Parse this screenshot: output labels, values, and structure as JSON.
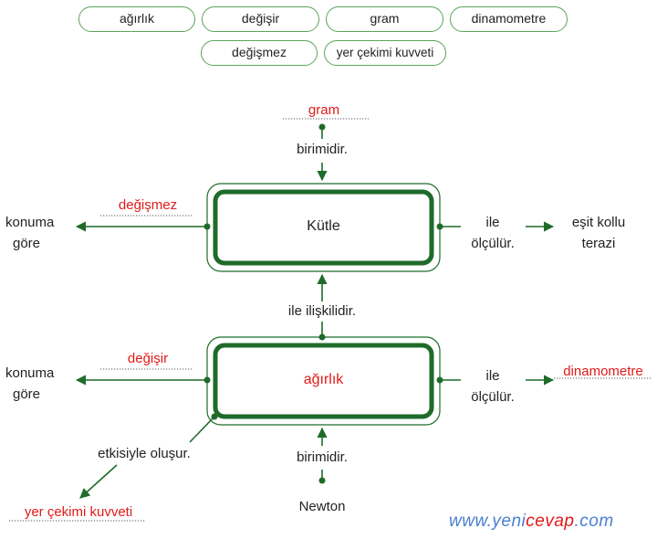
{
  "word_bank": [
    "ağırlık",
    "değişir",
    "gram",
    "dinamometre",
    "değişmez",
    "yer çekimi kuvveti"
  ],
  "mass_box": {
    "title": "Kütle",
    "unit_answer": "gram",
    "unit_text": "birimidir.",
    "location_answer": "değişmez",
    "location_line1": "konuma",
    "location_line2": "göre",
    "measure_line1": "ile",
    "measure_line2": "ölçülür.",
    "instrument_line1": "eşit kollu",
    "instrument_line2": "terazi"
  },
  "relation_text": "ile ilişkilidir.",
  "weight_box": {
    "title": "ağırlık",
    "location_answer": "değişir",
    "location_line1": "konuma",
    "location_line2": "göre",
    "measure_line1": "ile",
    "measure_line2": "ölçülür.",
    "instrument_answer": "dinamometre",
    "cause_text": "etkisiyle oluşur.",
    "cause_answer": "yer çekimi kuvveti",
    "unit_text": "birimidir.",
    "unit_value": "Newton"
  },
  "watermark": {
    "prefix": "www.",
    "brand_a": "yeni",
    "brand_b": "cevap",
    "suffix": ".com"
  },
  "colors": {
    "dark_green": "#1e6b2a",
    "chip_border": "#5aa55a",
    "answer_red": "#e21a1a",
    "watermark_blue": "#4a7fd0"
  }
}
